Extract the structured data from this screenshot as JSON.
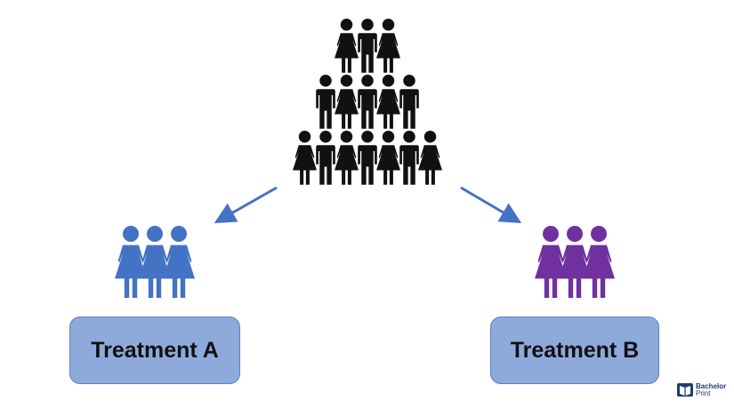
{
  "groups": {
    "treatment_a": {
      "label": "Treatment A",
      "color": "#4472c4"
    },
    "treatment_b": {
      "label": "Treatment B",
      "color": "#7030a0"
    }
  },
  "population": {
    "rows": [
      [
        "female",
        "male",
        "female"
      ],
      [
        "male",
        "female",
        "male",
        "female",
        "male"
      ],
      [
        "female",
        "male",
        "female",
        "male",
        "female",
        "male",
        "female"
      ]
    ],
    "color": "#111111"
  },
  "arrow_color": "#4472c4",
  "logo": {
    "line1": "Bachelor",
    "line2": "Print",
    "color": "#1f3c6e"
  }
}
